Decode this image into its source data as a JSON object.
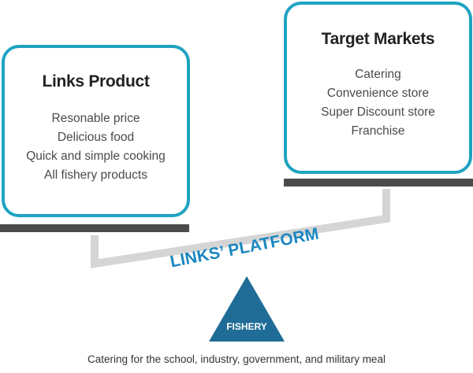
{
  "left_box": {
    "title": "Links Product",
    "items": [
      "Resonable price",
      "Delicious food",
      "Quick and simple cooking",
      "All fishery products"
    ]
  },
  "right_box": {
    "title": "Target Markets",
    "items": [
      "Catering",
      "Convenience store",
      "Super Discount store",
      "Franchise"
    ]
  },
  "platform_label": "LINKS’ PLATFORM",
  "fulcrum_label": "FISHERY",
  "footer": "Catering for the school, industry, government, and military meal",
  "colors": {
    "box_border": "#1fa3c1",
    "platform_text": "#1a86c0",
    "fulcrum": "#1f6c96",
    "beam": "#d5d5d5",
    "bar": "#4b4b4b"
  }
}
